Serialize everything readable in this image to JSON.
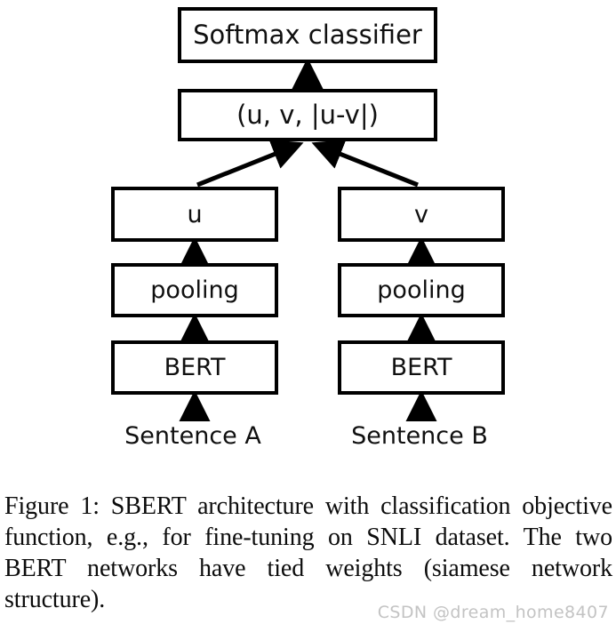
{
  "figure": {
    "nodes": {
      "softmax": "Softmax classifier",
      "concat": "(u, v, |u-v|)",
      "u": "u",
      "v": "v",
      "pooling_left": "pooling",
      "pooling_right": "pooling",
      "bert_left": "BERT",
      "bert_right": "BERT"
    },
    "inputs": {
      "sentence_a": "Sentence A",
      "sentence_b": "Sentence B"
    },
    "colors": {
      "stroke": "#000000",
      "box_fill": "#ffffff",
      "text": "#101010",
      "page_background": "#ffffff",
      "watermark": "#c3c3c3"
    }
  },
  "caption": {
    "text": "Figure 1: SBERT architecture with classification objective function, e.g., for fine-tuning on SNLI dataset. The two BERT networks have tied weights (siamese network structure)."
  },
  "watermark": {
    "text": "CSDN @dream_home8407"
  }
}
